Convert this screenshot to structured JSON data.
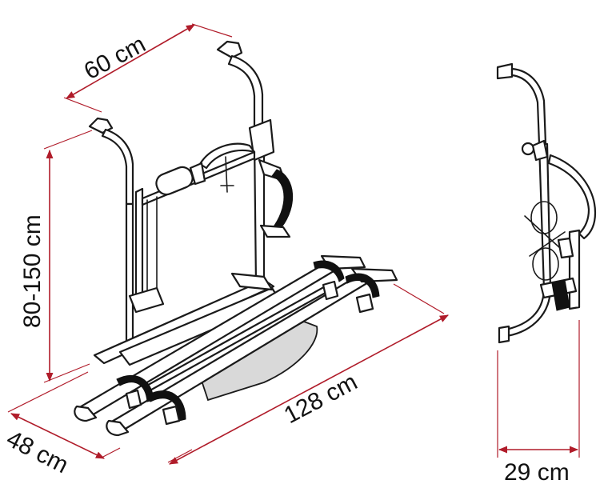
{
  "colors": {
    "dimension": "#b01c2a",
    "outline": "#1a1a1a",
    "strap": "#111111"
  },
  "dimensions": {
    "width": "60 cm",
    "height": "80-150 cm",
    "depth": "48 cm",
    "length": "128 cm",
    "side_depth": "29 cm"
  }
}
